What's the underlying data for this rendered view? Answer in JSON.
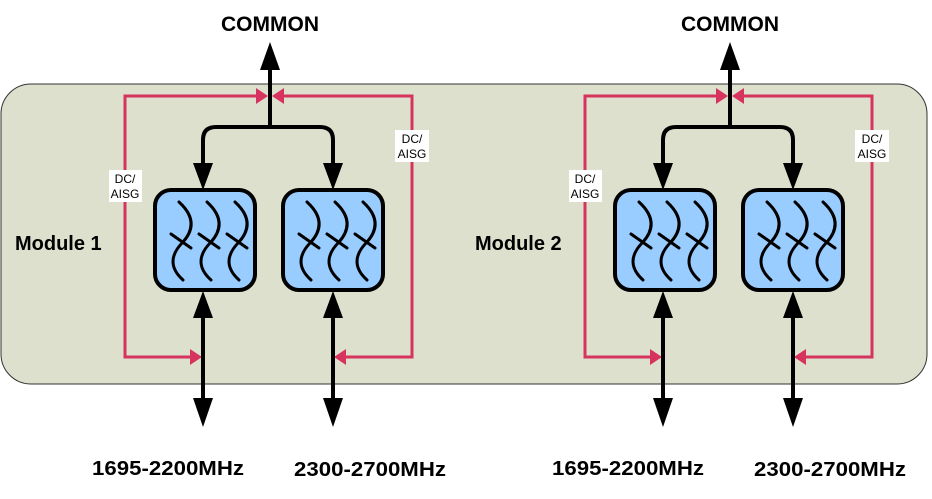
{
  "colors": {
    "background_panel": "#dde0cc",
    "signal_line": "#000000",
    "dc_aisg_line": "#d6335e",
    "filter_fill": "#99ccff"
  },
  "modules": [
    {
      "label": "Module 1",
      "common_label": "COMMON",
      "dc_label_line1": "DC/",
      "dc_label_line2": "AISG",
      "bands": [
        "1695-2200MHz",
        "2300-2700MHz"
      ],
      "filter_icon": "bandpass-filter-icon"
    },
    {
      "label": "Module 2",
      "common_label": "COMMON",
      "dc_label_line1": "DC/",
      "dc_label_line2": "AISG",
      "bands": [
        "1695-2200MHz",
        "2300-2700MHz"
      ],
      "filter_icon": "bandpass-filter-icon"
    }
  ]
}
